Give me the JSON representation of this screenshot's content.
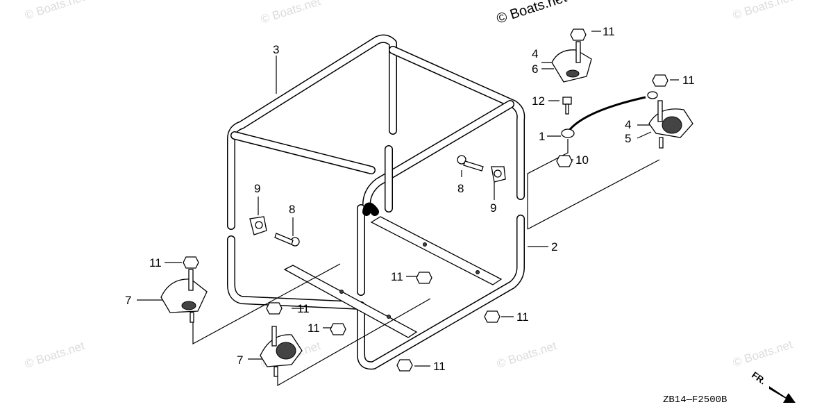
{
  "watermarks": {
    "w1": "© Boats.net",
    "w2": "© Boats.net",
    "w3": "© Boats.net",
    "w4": "© Boats.net",
    "w5": "© Boats.net",
    "w6": "© Boats.net",
    "w7": "© Boats.net",
    "w8": "© Boats.net",
    "w9": "© Boats.net"
  },
  "callouts": {
    "c3": "3",
    "c4a": "4",
    "c6": "6",
    "c11a": "11",
    "c11b": "11",
    "c12": "12",
    "c1": "1",
    "c4b": "4",
    "c5": "5",
    "c10": "10",
    "c8a": "8",
    "c9a": "9",
    "c9b": "9",
    "c8b": "8",
    "c2": "2",
    "c11c": "11",
    "c7a": "7",
    "c11d": "11",
    "c11e": "11",
    "c11f": "11",
    "c11g": "11",
    "c7b": "7",
    "c11h": "11"
  },
  "diagram_code": "ZB14—F2500B",
  "fr_label": "FR."
}
